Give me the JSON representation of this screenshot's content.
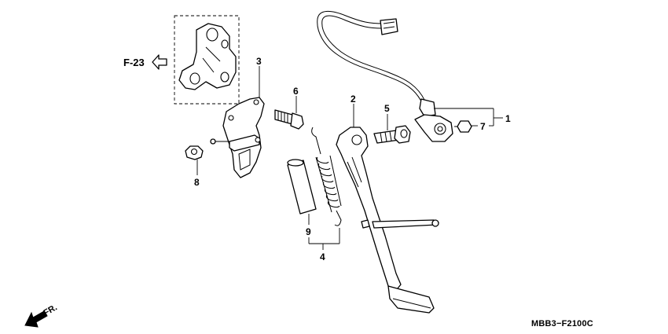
{
  "diagram": {
    "frame_reference": "F-23",
    "front_direction_label": "FR.",
    "diagram_code": "MBB3−F2100C",
    "callouts": {
      "part_1": "1",
      "part_2": "2",
      "part_3": "3",
      "part_4": "4",
      "part_5": "5",
      "part_6": "6",
      "part_7": "7",
      "part_8": "8",
      "part_9": "9"
    }
  }
}
